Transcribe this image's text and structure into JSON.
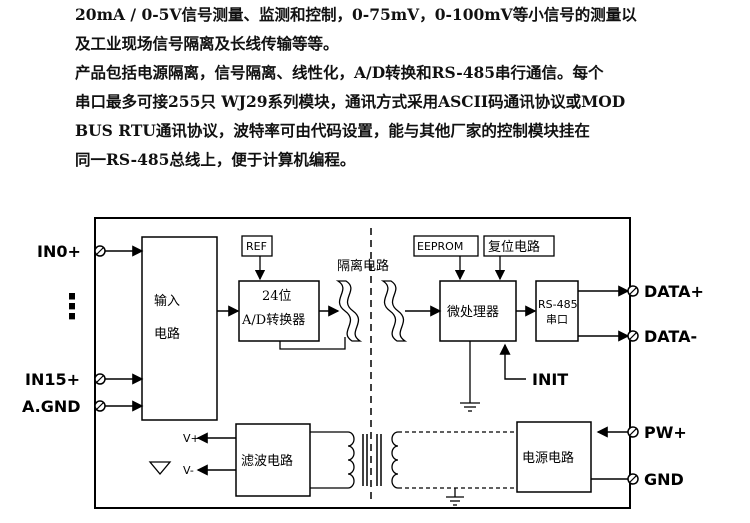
{
  "description": {
    "lines": [
      "20mA / 0-5V信号测量、监测和控制，0-75mV，0-100mV等小信号的测量以",
      "及工业现场信号隔离及长线传输等等。",
      "产品包括电源隔离，信号隔离、线性化，A/D转换和RS-485串行通信。每个",
      "串口最多可接255只 WJ29系列模块，通讯方式采用ASCII码通讯协议或MOD",
      "BUS RTU通讯协议，波特率可由代码设置，能与其他厂家的控制模块挂在",
      "同一RS-485总线上，便于计算机编程。"
    ]
  },
  "diagram": {
    "pins_left": {
      "in0": "IN0+",
      "in15": "IN15+",
      "agnd": "A.GND",
      "dots": "⋮"
    },
    "pins_right": {
      "data_plus": "DATA+",
      "data_minus": "DATA-",
      "init": "INIT",
      "pw_plus": "PW+",
      "gnd": "GND"
    },
    "blocks": {
      "input_line1": "输入",
      "input_line2": "电路",
      "ref": "REF",
      "adc_line1": "24位",
      "adc_line2": "A/D转换器",
      "isolation": "隔离电路",
      "eeprom": "EEPROM",
      "reset": "复位电路",
      "mcu": "微处理器",
      "rs485_line1": "RS-485",
      "rs485_line2": "串口",
      "filter": "滤波电路",
      "power": "电源电路",
      "v_plus": "V+",
      "v_minus": "V-"
    }
  }
}
